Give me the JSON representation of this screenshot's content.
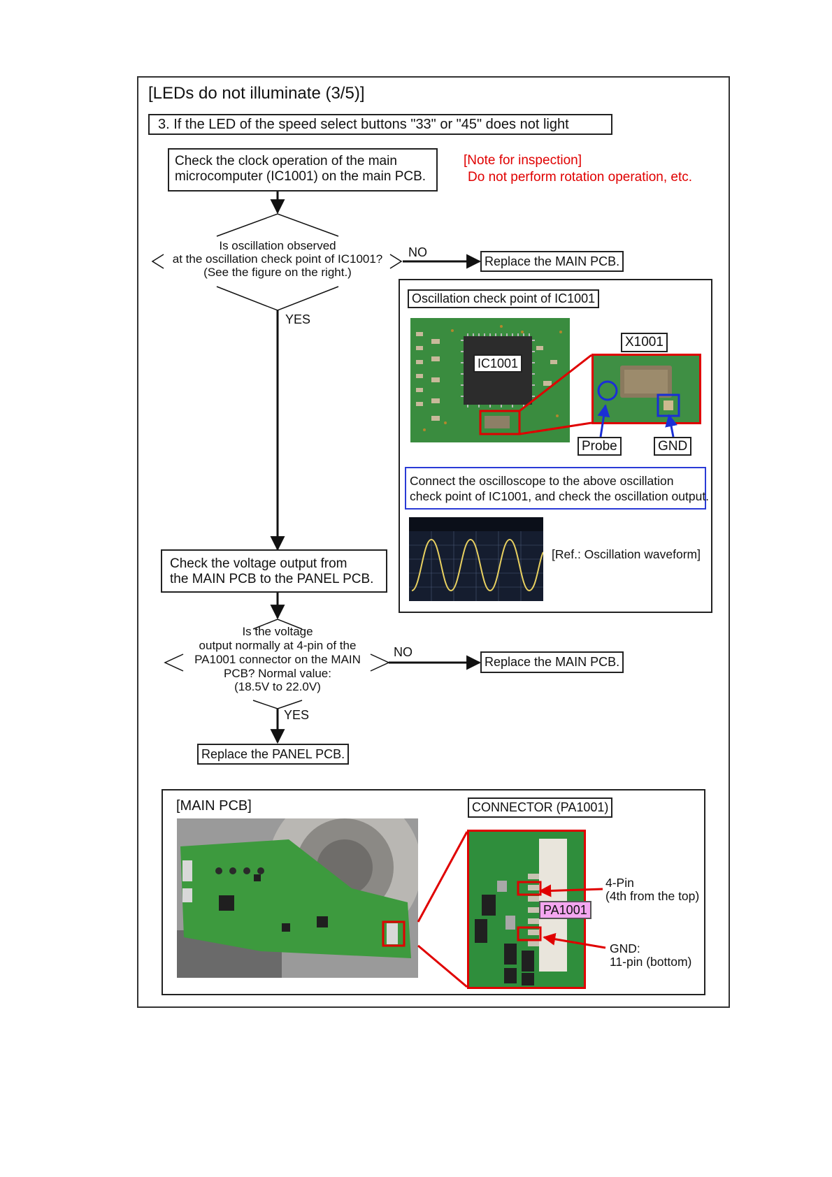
{
  "page_title": "[LEDs do not illuminate (3/5)]",
  "step_heading": "3. If the LED of the speed select buttons \"33\" or \"45\" does not light",
  "check_clock": {
    "line1": "Check the clock operation of the main",
    "line2": "microcomputer (IC1001) on the main PCB."
  },
  "note": {
    "title": "[Note for inspection]",
    "text": "Do not perform rotation operation, etc."
  },
  "decision1": {
    "line1": "Is oscillation observed",
    "line2": "at the oscillation check point of IC1001?",
    "line3": "(See the figure on the right.)",
    "no_label": "NO",
    "yes_label": "YES"
  },
  "replace_main_1": "Replace the MAIN PCB.",
  "osc_panel": {
    "title": "Oscillation check point of IC1001",
    "chip_label": "IC1001",
    "crystal_label": "X1001",
    "probe_label": "Probe",
    "gnd_label": "GND",
    "connect_line1": "Connect the oscilloscope to the above oscillation",
    "connect_line2": "check point of IC1001, and check the oscillation output.",
    "waveform_ref": "[Ref.: Oscillation waveform]"
  },
  "check_voltage": {
    "line1": "Check the voltage output from",
    "line2": "the MAIN PCB to the PANEL PCB."
  },
  "decision2": {
    "line1": "Is the voltage",
    "line2": "output normally at 4-pin of the",
    "line3": "PA1001 connector on the MAIN",
    "line4": "PCB? Normal value:",
    "line5": "(18.5V to 22.0V)",
    "no_label": "NO",
    "yes_label": "YES"
  },
  "replace_main_2": "Replace the MAIN PCB.",
  "replace_panel": "Replace the PANEL PCB.",
  "main_pcb": {
    "title": "[MAIN PCB]",
    "connector_title": "CONNECTOR (PA1001)",
    "pa_label": "PA1001",
    "pin4_line1": "4-Pin",
    "pin4_line2": "(4th from the top)",
    "gnd_line1": "GND:",
    "gnd_line2": "11-pin (bottom)"
  },
  "colors": {
    "accent_red": "#e00000",
    "probe_blue": "#1a2fd6",
    "pcb_green": "#2e8b3a",
    "pa_pink": "#f4a6f0"
  }
}
